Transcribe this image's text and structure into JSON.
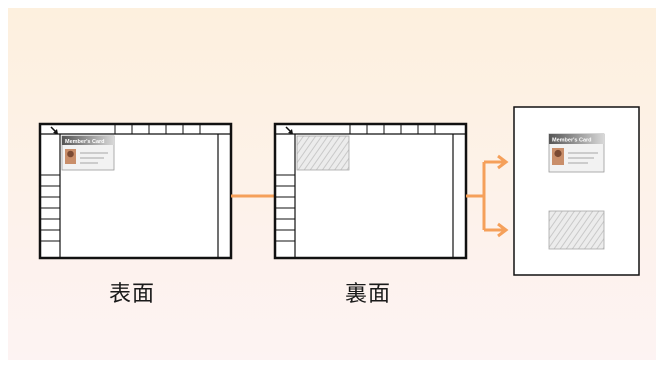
{
  "captions": {
    "front": "表面",
    "back": "裏面"
  },
  "card": {
    "title": "Member's Card"
  },
  "colors": {
    "connector": "#f5a05a",
    "background_top": "#fdf0de",
    "background_bottom": "#fdf3f3"
  },
  "icons": {
    "placement_mark": "arrow-down-right",
    "connector": "orange-line-arrow"
  }
}
